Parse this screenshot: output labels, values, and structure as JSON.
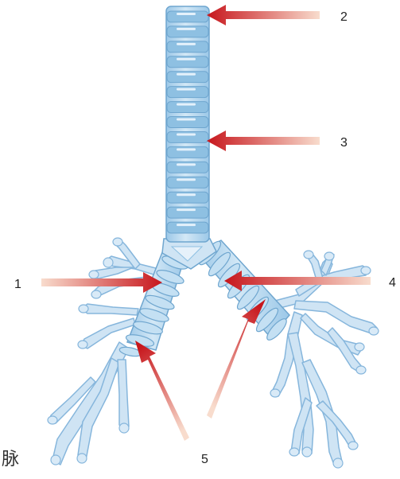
{
  "labels": {
    "l1": "1",
    "l2": "2",
    "l3": "3",
    "l4": "4",
    "l5": "5"
  },
  "corner_text": "脉",
  "colors": {
    "airway_fill": "#b9d8ee",
    "airway_ring": "#8ec0e2",
    "airway_stroke": "#6fa6cf",
    "arrow_head": "#c7161c",
    "arrow_tail": "#f6d2c2"
  }
}
